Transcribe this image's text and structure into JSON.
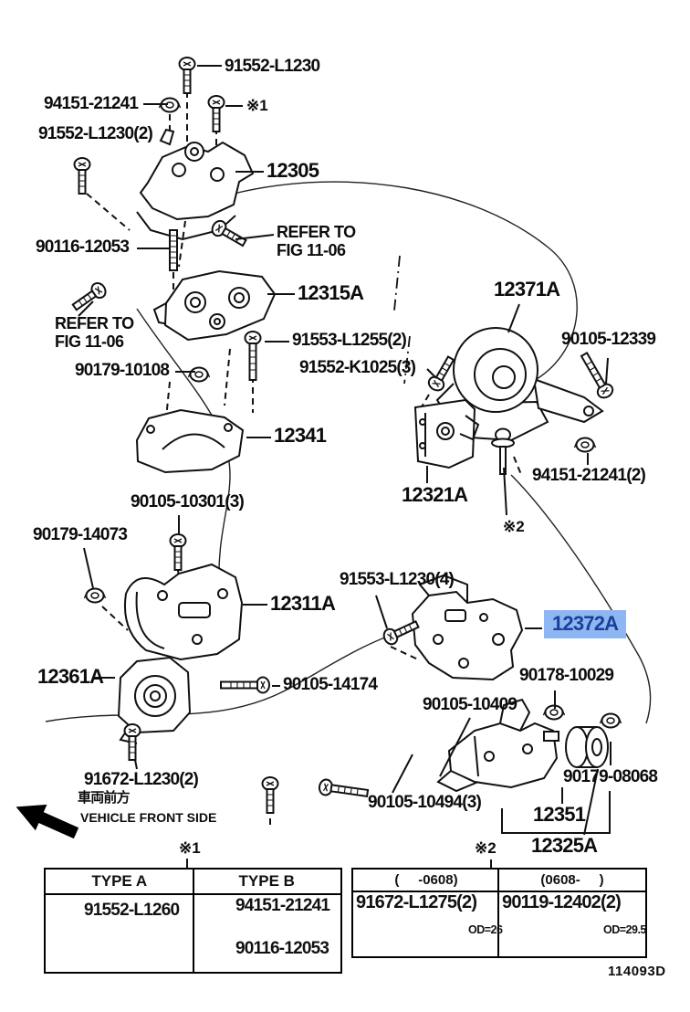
{
  "colors": {
    "highlight_bg": "#8db6f2",
    "highlight_fg": "#1d3f97",
    "line": "#111111"
  },
  "page_code": "114093D",
  "front": {
    "jp": "車両前方",
    "en": "VEHICLE FRONT SIDE"
  },
  "refer": {
    "line1": "REFER TO",
    "line2": "FIG 11-06"
  },
  "refs": {
    "ref1": "※1",
    "ref2": "※2"
  },
  "parts": {
    "p91552_L1230": "91552-L1230",
    "p94151_21241": "94151-21241",
    "p91552_L1230_2": "91552-L1230(2)",
    "p12305": "12305",
    "p90116_12053": "90116-12053",
    "p12315A": "12315A",
    "p91553_L1255_2": "91553-L1255(2)",
    "p91552_K1025_3": "91552-K1025(3)",
    "p90179_10108": "90179-10108",
    "p12371A": "12371A",
    "p90105_12339": "90105-12339",
    "p12341": "12341",
    "p12321A": "12321A",
    "p94151_21241_2": "94151-21241(2)",
    "p90105_10301_3": "90105-10301(3)",
    "p90179_14073": "90179-14073",
    "p12311A": "12311A",
    "p91553_L1230_4": "91553-L1230(4)",
    "p12372A": "12372A",
    "p90178_10029": "90178-10029",
    "p12361A": "12361A",
    "p90105_14174": "90105-14174",
    "p90105_10409": "90105-10409",
    "p90179_08068": "90179-08068",
    "p91672_L1230_2": "91672-L1230(2)",
    "p90105_10494_3": "90105-10494(3)",
    "p12351": "12351",
    "p12325A": "12325A"
  },
  "tables": {
    "t1": {
      "type_a": "TYPE A",
      "type_b": "TYPE B",
      "row_a1": "91552-L1260",
      "row_b1": "94151-21241",
      "row_b2": "90116-12053"
    },
    "t2": {
      "col_a": "(     -0608)",
      "col_b": "(0608-     )",
      "part_a": "91672-L1275(2)",
      "part_b": "90119-12402(2)",
      "od_a": "OD=26",
      "od_b": "OD=29.5"
    }
  }
}
